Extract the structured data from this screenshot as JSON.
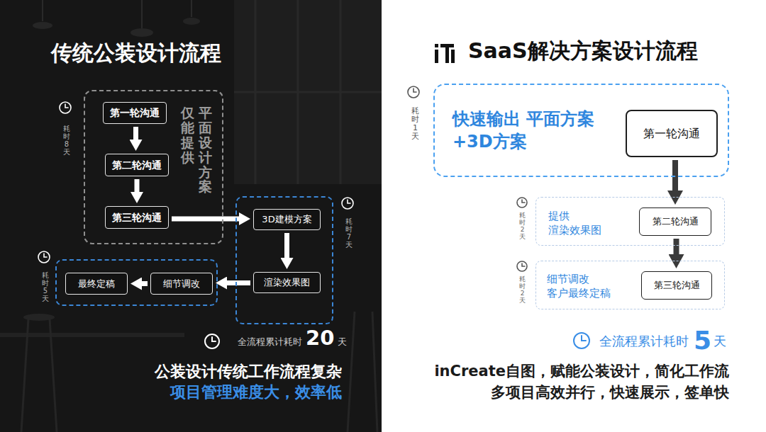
{
  "diagram": {
    "nodes": [
      {
        "text": [
          "传统公装设计流程"
        ]
      },
      {
        "text": [
          "耗时8天",
          "仅能提供",
          "平面设计方案"
        ],
        "in": 0
      },
      {
        "text": [
          "第一轮沟通"
        ],
        "in": 1
      },
      {
        "text": [
          "第二轮沟通"
        ],
        "in": 1
      },
      {
        "text": [
          "第三轮沟通"
        ],
        "in": 1
      },
      {
        "text": [
          "耗时7天"
        ],
        "in": 0
      },
      {
        "text": [
          "3D建模方案"
        ],
        "in": 5
      },
      {
        "text": [
          "渲染效果图"
        ],
        "in": 5
      },
      {
        "text": [
          "耗时5天"
        ],
        "in": 0
      },
      {
        "text": [
          "最终定稿"
        ],
        "in": 8
      },
      {
        "text": [
          "细节调改"
        ],
        "in": 8
      },
      {
        "text": [
          "SaaS解决方案设计流程"
        ]
      },
      {
        "text": [
          "耗时1天",
          "快速输出 平面方案+3D方案"
        ],
        "in": 11
      },
      {
        "text": [
          "第一轮沟通"
        ],
        "in": 12
      },
      {
        "text": [
          "耗时2天",
          "提供 渲染效果图"
        ],
        "in": 11
      },
      {
        "text": [
          "第二轮沟通"
        ],
        "in": 14
      },
      {
        "text": [
          "耗时2天",
          "细节调改 客户最终定稿"
        ],
        "in": 11
      },
      {
        "text": [
          "第三轮沟通"
        ],
        "in": 16
      }
    ],
    "edges": [
      {
        "from": 2,
        "to": 3,
        "arrow": "to"
      },
      {
        "from": 3,
        "to": 4,
        "arrow": "to"
      },
      {
        "from": 4,
        "to": 6,
        "arrow": "to"
      },
      {
        "from": 6,
        "to": 7,
        "arrow": "to"
      },
      {
        "from": 7,
        "to": 10,
        "arrow": "to"
      },
      {
        "from": 10,
        "to": 9,
        "arrow": "to"
      },
      {
        "from": 13,
        "to": 15,
        "arrow": "to"
      },
      {
        "from": 15,
        "to": 17,
        "arrow": "to"
      }
    ],
    "labels": [
      "全流程累计耗时",
      "20",
      "天",
      "公装设计传统工作流程复杂",
      "项目管理难度大，效率低",
      "全流程累计耗时",
      "5",
      "天",
      "inCreate自图，赋能公装设计，简化工作流",
      "多项目高效并行，快速展示，签单快"
    ]
  }
}
